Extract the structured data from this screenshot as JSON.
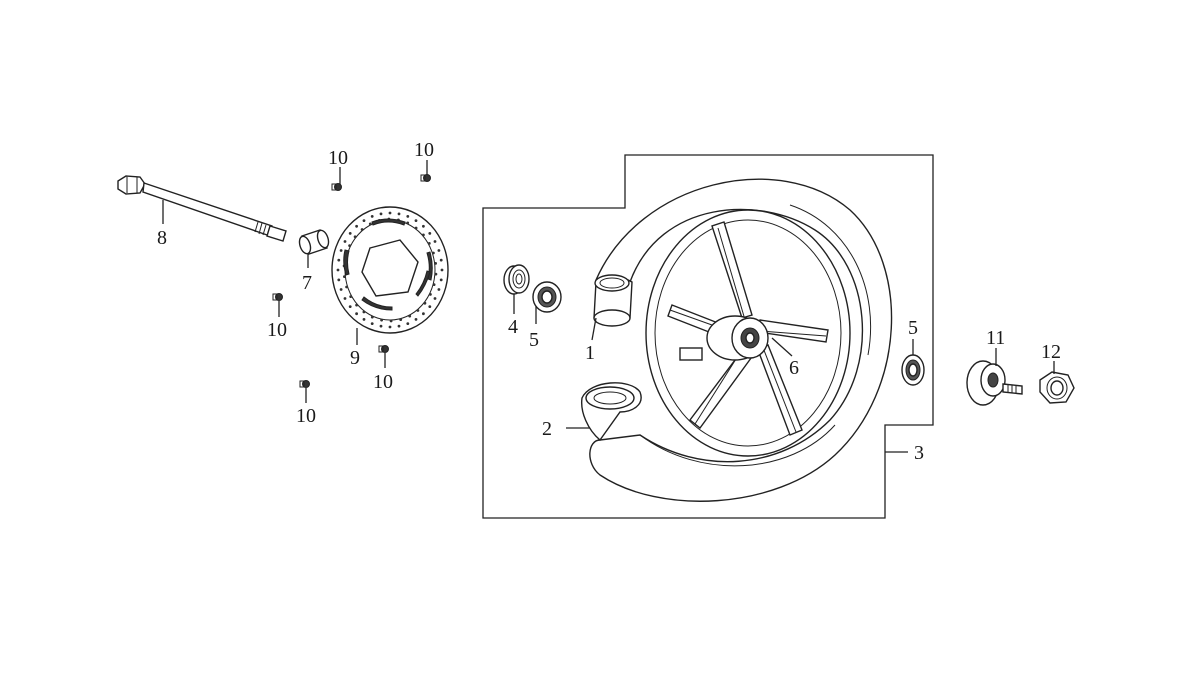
{
  "diagram": {
    "callouts": {
      "c1": "1",
      "c2": "2",
      "c3": "3",
      "c4": "4",
      "c5a": "5",
      "c5b": "5",
      "c6": "6",
      "c7": "7",
      "c8": "8",
      "c9": "9",
      "c10a": "10",
      "c10b": "10",
      "c10c": "10",
      "c10d": "10",
      "c10e": "10",
      "c11": "11",
      "c12": "12"
    }
  }
}
